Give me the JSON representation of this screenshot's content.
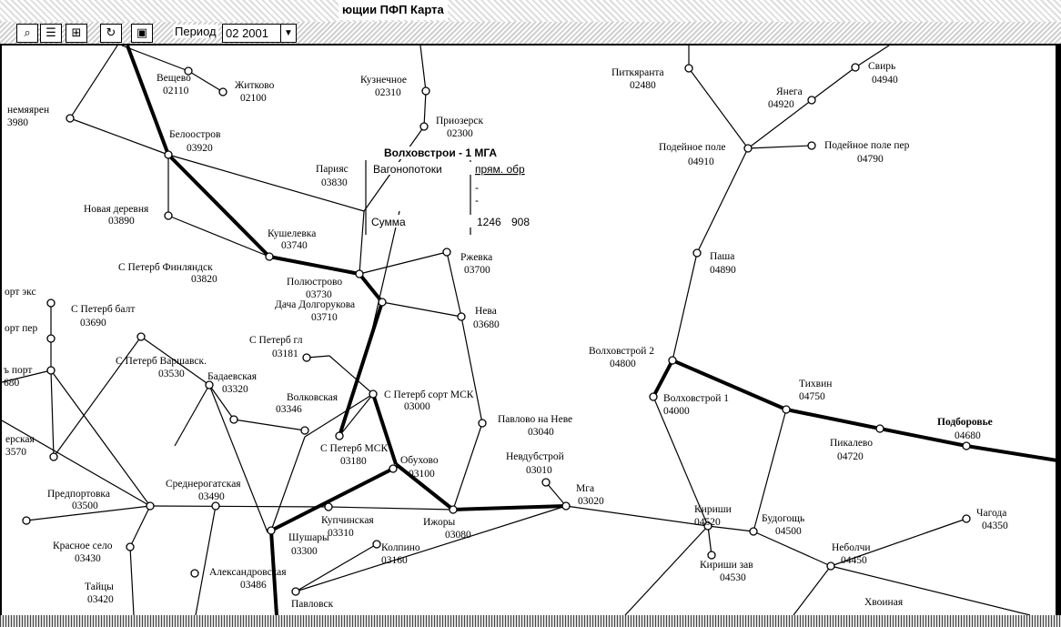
{
  "window": {
    "title": "ющии ПФП Карта"
  },
  "toolbar": {
    "icons": [
      "search-icon",
      "list-icon",
      "grid-icon",
      "refresh-icon",
      "window-icon"
    ],
    "period_label": "Период",
    "period_value": "02 2001",
    "dropdown_arrow": "▼"
  },
  "popup": {
    "title": "Волховстрои - 1 МГА",
    "col1": "Вагонопотоки",
    "col2": "прям. обр",
    "dash1": "-",
    "dash2": "-",
    "sum_label": "Сумма",
    "sum_forward": "1246",
    "sum_back": "908"
  },
  "stations": [
    {
      "name": "Вещево",
      "code": "02110"
    },
    {
      "name": "Житково",
      "code": "02100"
    },
    {
      "name": "Кузнечное",
      "code": "02310"
    },
    {
      "name": "Приозерск",
      "code": "02300"
    },
    {
      "name": "Питкяранта",
      "code": "02480"
    },
    {
      "name": "Свирь",
      "code": "04940"
    },
    {
      "name": "Янега",
      "code": "04920"
    },
    {
      "name": "Подейное поле",
      "code": "04910"
    },
    {
      "name": "Подейное поле пер",
      "code": "04790"
    },
    {
      "name": "немяярен",
      "code": "3980"
    },
    {
      "name": "Белоостров",
      "code": "03920"
    },
    {
      "name": "Парияс",
      "code": "03830"
    },
    {
      "name": "Новая деревня",
      "code": "03890"
    },
    {
      "name": "Кушелевка",
      "code": "03740"
    },
    {
      "name": "С Петерб Финляндск",
      "code": "03820"
    },
    {
      "name": "Ржевка",
      "code": "03700"
    },
    {
      "name": "Полюстрово",
      "code": "03730"
    },
    {
      "name": "Дача Долгорукова",
      "code": "03710"
    },
    {
      "name": "Нева",
      "code": "03680"
    },
    {
      "name": "Паша",
      "code": "04890"
    },
    {
      "name": "С Петерб балт",
      "code": "03690"
    },
    {
      "name": "С Петерб гл",
      "code": "03181"
    },
    {
      "name": "С Петерб Варшавск.",
      "code": "03530"
    },
    {
      "name": "Бадаевская",
      "code": "03320"
    },
    {
      "name": "Волковская",
      "code": "03346"
    },
    {
      "name": "С Петерб сорт МСК",
      "code": "03000"
    },
    {
      "name": "Волховстрой 2",
      "code": "04800"
    },
    {
      "name": "Волховстрой 1",
      "code": "04000"
    },
    {
      "name": "Тихвин",
      "code": "04750"
    },
    {
      "name": "Павлово на Неве",
      "code": "03040"
    },
    {
      "name": "С Петерб МСК",
      "code": "03180"
    },
    {
      "name": "Обухово",
      "code": "03100"
    },
    {
      "name": "Невдубстрой",
      "code": "03010"
    },
    {
      "name": "Пикалево",
      "code": "04720"
    },
    {
      "name": "Подборовье",
      "code": "04680"
    },
    {
      "name": "Предпортовка",
      "code": "03500"
    },
    {
      "name": "Среднерогатская",
      "code": "03490"
    },
    {
      "name": "Купчинская",
      "code": "03310"
    },
    {
      "name": "Ижоры",
      "code": "03080"
    },
    {
      "name": "Мга",
      "code": "03020"
    },
    {
      "name": "Кириши",
      "code": "04520"
    },
    {
      "name": "Будогощь",
      "code": "04500"
    },
    {
      "name": "Чагода",
      "code": "04350"
    },
    {
      "name": "Шушары",
      "code": "03300"
    },
    {
      "name": "Колпино",
      "code": "03160"
    },
    {
      "name": "Кириши зав",
      "code": "04530"
    },
    {
      "name": "Неболчи",
      "code": "04450"
    },
    {
      "name": "Красное село",
      "code": "03430"
    },
    {
      "name": "Александровская",
      "code": "03486"
    },
    {
      "name": "Тайцы",
      "code": "03420"
    },
    {
      "name": "Павловск",
      "code": ""
    },
    {
      "name": "Хвоиная",
      "code": ""
    },
    {
      "name": "орт экс",
      "code": ""
    },
    {
      "name": "орт пер",
      "code": ""
    },
    {
      "name": "ъ порт",
      "code": "680"
    },
    {
      "name": "ерская",
      "code": "3570"
    }
  ]
}
